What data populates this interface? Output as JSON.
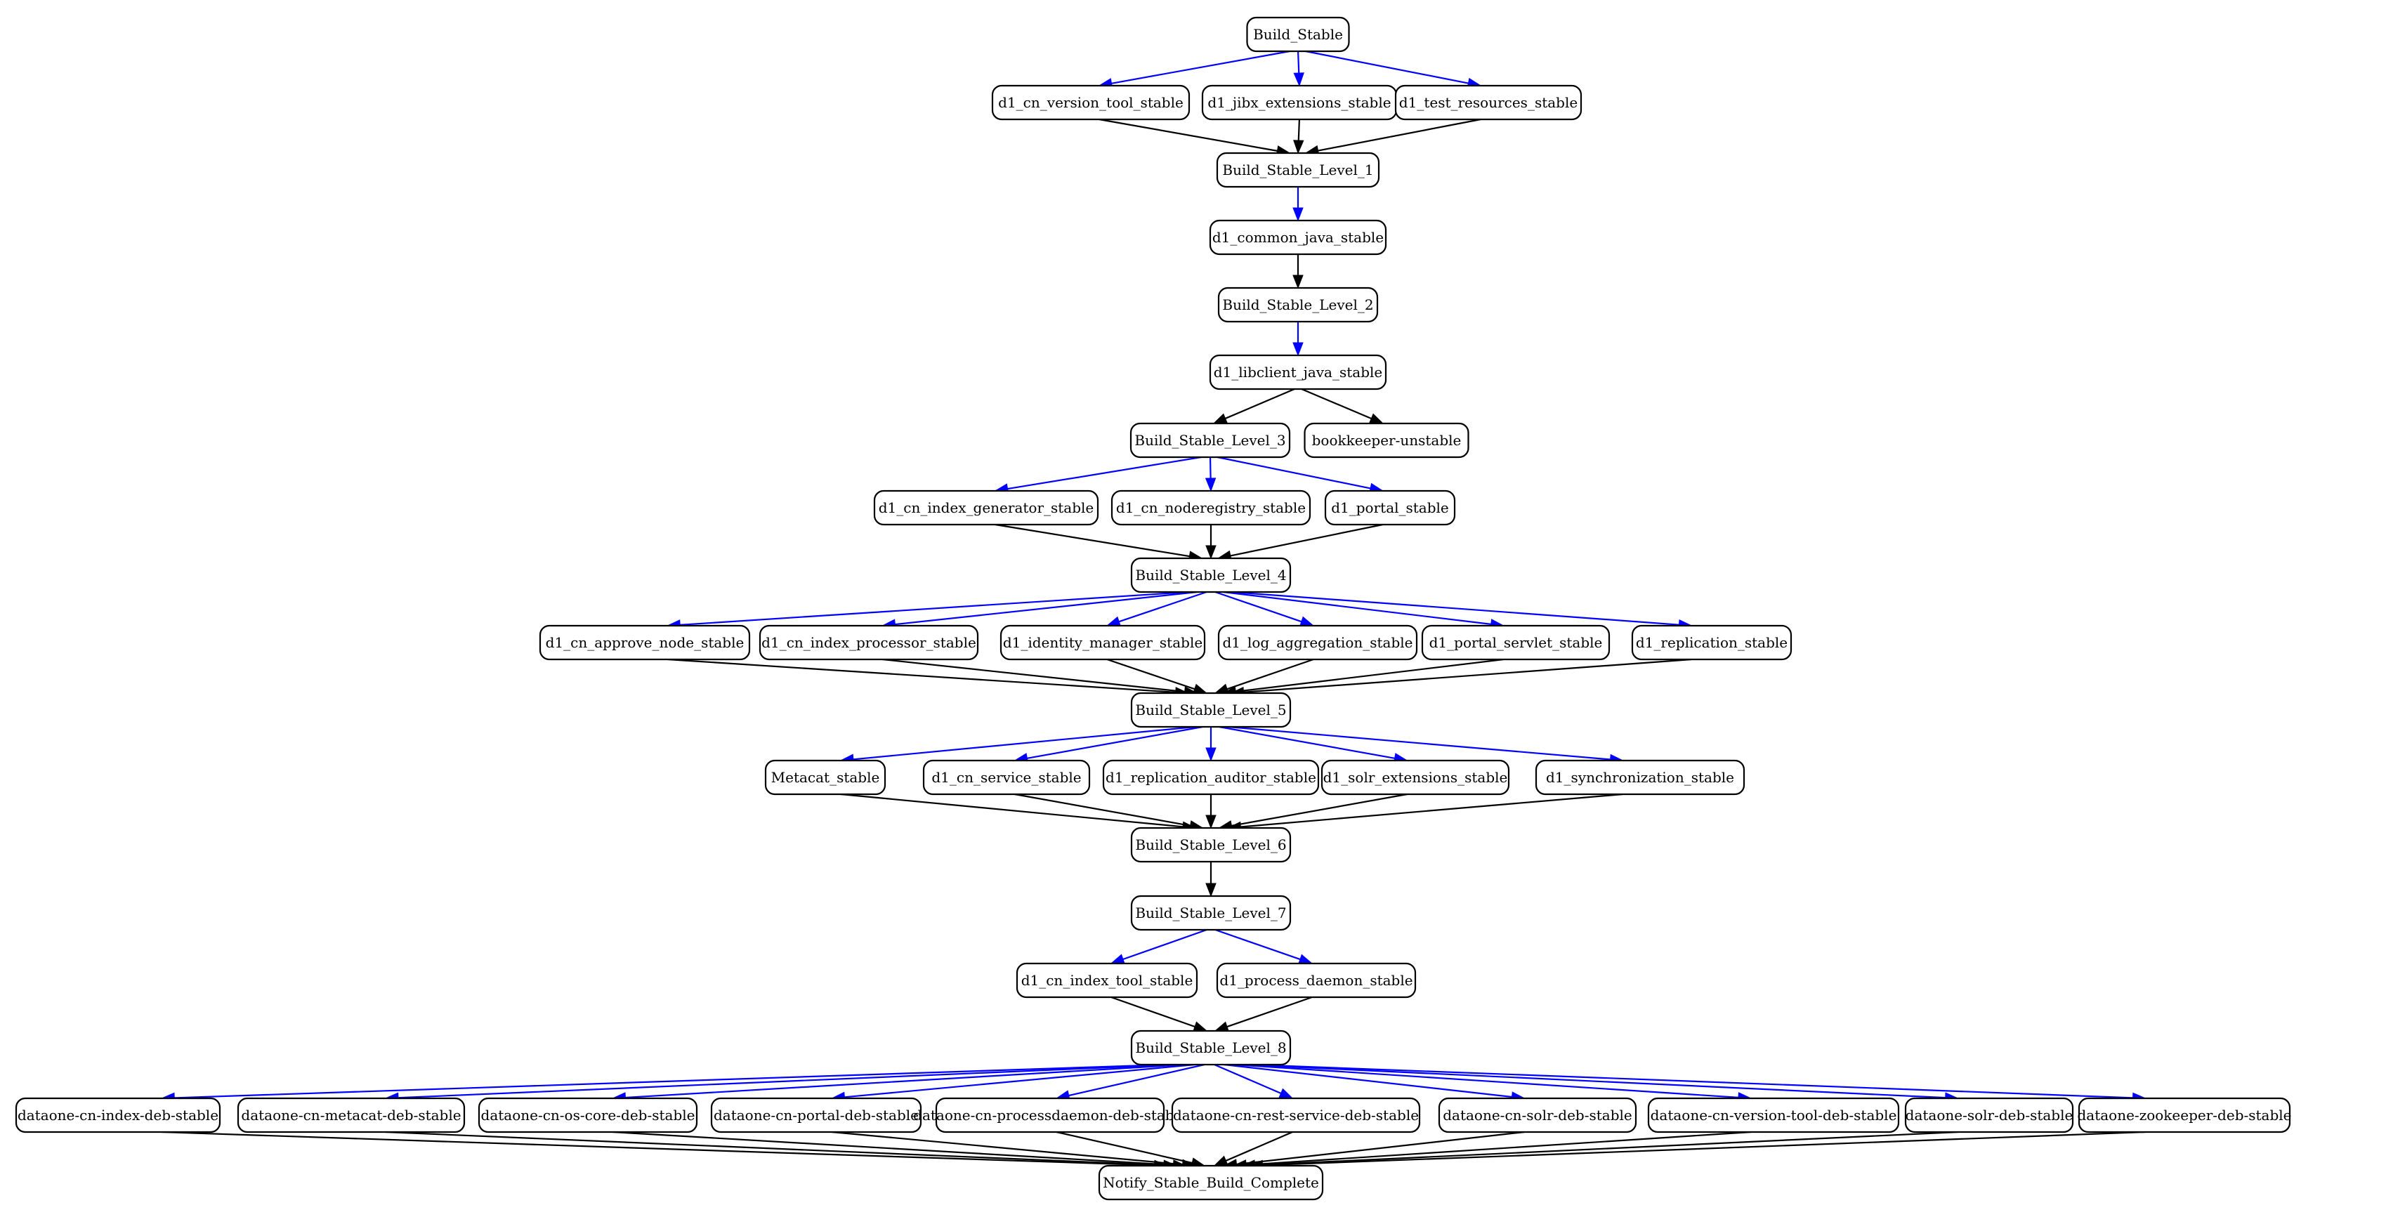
{
  "colors": {
    "blue_edge": "#0000ff",
    "black_edge": "#000000",
    "node_border": "#000000",
    "background": "#ffffff"
  },
  "nodes": [
    {
      "id": "bs",
      "label": "Build_Stable"
    },
    {
      "id": "vt",
      "label": "d1_cn_version_tool_stable"
    },
    {
      "id": "jibx",
      "label": "d1_jibx_extensions_stable"
    },
    {
      "id": "tr",
      "label": "d1_test_resources_stable"
    },
    {
      "id": "l1",
      "label": "Build_Stable_Level_1"
    },
    {
      "id": "cj",
      "label": "d1_common_java_stable"
    },
    {
      "id": "l2",
      "label": "Build_Stable_Level_2"
    },
    {
      "id": "lcj",
      "label": "d1_libclient_java_stable"
    },
    {
      "id": "l3",
      "label": "Build_Stable_Level_3"
    },
    {
      "id": "bk",
      "label": "bookkeeper-unstable"
    },
    {
      "id": "ig",
      "label": "d1_cn_index_generator_stable"
    },
    {
      "id": "nr",
      "label": "d1_cn_noderegistry_stable"
    },
    {
      "id": "ps",
      "label": "d1_portal_stable"
    },
    {
      "id": "l4",
      "label": "Build_Stable_Level_4"
    },
    {
      "id": "an",
      "label": "d1_cn_approve_node_stable"
    },
    {
      "id": "ip",
      "label": "d1_cn_index_processor_stable"
    },
    {
      "id": "im",
      "label": "d1_identity_manager_stable"
    },
    {
      "id": "la",
      "label": "d1_log_aggregation_stable"
    },
    {
      "id": "psv",
      "label": "d1_portal_servlet_stable"
    },
    {
      "id": "rep",
      "label": "d1_replication_stable"
    },
    {
      "id": "l5",
      "label": "Build_Stable_Level_5"
    },
    {
      "id": "mc",
      "label": "Metacat_stable"
    },
    {
      "id": "cs",
      "label": "d1_cn_service_stable"
    },
    {
      "id": "ra",
      "label": "d1_replication_auditor_stable"
    },
    {
      "id": "se",
      "label": "d1_solr_extensions_stable"
    },
    {
      "id": "sy",
      "label": "d1_synchronization_stable"
    },
    {
      "id": "l6",
      "label": "Build_Stable_Level_6"
    },
    {
      "id": "l7",
      "label": "Build_Stable_Level_7"
    },
    {
      "id": "it",
      "label": "d1_cn_index_tool_stable"
    },
    {
      "id": "pd",
      "label": "d1_process_daemon_stable"
    },
    {
      "id": "l8",
      "label": "Build_Stable_Level_8"
    },
    {
      "id": "db1",
      "label": "dataone-cn-index-deb-stable"
    },
    {
      "id": "db2",
      "label": "dataone-cn-metacat-deb-stable"
    },
    {
      "id": "db3",
      "label": "dataone-cn-os-core-deb-stable"
    },
    {
      "id": "db4",
      "label": "dataone-cn-portal-deb-stable"
    },
    {
      "id": "db5",
      "label": "dataone-cn-processdaemon-deb-stable"
    },
    {
      "id": "db6",
      "label": "dataone-cn-rest-service-deb-stable"
    },
    {
      "id": "db7",
      "label": "dataone-cn-solr-deb-stable"
    },
    {
      "id": "db8",
      "label": "dataone-cn-version-tool-deb-stable"
    },
    {
      "id": "db9",
      "label": "dataone-solr-deb-stable"
    },
    {
      "id": "db10",
      "label": "dataone-zookeeper-deb-stable"
    },
    {
      "id": "nt",
      "label": "Notify_Stable_Build_Complete"
    }
  ],
  "edges": [
    {
      "from": "bs",
      "to": "vt",
      "color": "blue"
    },
    {
      "from": "bs",
      "to": "jibx",
      "color": "blue"
    },
    {
      "from": "bs",
      "to": "tr",
      "color": "blue"
    },
    {
      "from": "vt",
      "to": "l1",
      "color": "black"
    },
    {
      "from": "jibx",
      "to": "l1",
      "color": "black"
    },
    {
      "from": "tr",
      "to": "l1",
      "color": "black"
    },
    {
      "from": "l1",
      "to": "cj",
      "color": "blue"
    },
    {
      "from": "cj",
      "to": "l2",
      "color": "black"
    },
    {
      "from": "l2",
      "to": "lcj",
      "color": "blue"
    },
    {
      "from": "lcj",
      "to": "l3",
      "color": "black"
    },
    {
      "from": "lcj",
      "to": "bk",
      "color": "black"
    },
    {
      "from": "l3",
      "to": "ig",
      "color": "blue"
    },
    {
      "from": "l3",
      "to": "nr",
      "color": "blue"
    },
    {
      "from": "l3",
      "to": "ps",
      "color": "blue"
    },
    {
      "from": "ig",
      "to": "l4",
      "color": "black"
    },
    {
      "from": "nr",
      "to": "l4",
      "color": "black"
    },
    {
      "from": "ps",
      "to": "l4",
      "color": "black"
    },
    {
      "from": "l4",
      "to": "an",
      "color": "blue"
    },
    {
      "from": "l4",
      "to": "ip",
      "color": "blue"
    },
    {
      "from": "l4",
      "to": "im",
      "color": "blue"
    },
    {
      "from": "l4",
      "to": "la",
      "color": "blue"
    },
    {
      "from": "l4",
      "to": "psv",
      "color": "blue"
    },
    {
      "from": "l4",
      "to": "rep",
      "color": "blue"
    },
    {
      "from": "an",
      "to": "l5",
      "color": "black"
    },
    {
      "from": "ip",
      "to": "l5",
      "color": "black"
    },
    {
      "from": "im",
      "to": "l5",
      "color": "black"
    },
    {
      "from": "la",
      "to": "l5",
      "color": "black"
    },
    {
      "from": "psv",
      "to": "l5",
      "color": "black"
    },
    {
      "from": "rep",
      "to": "l5",
      "color": "black"
    },
    {
      "from": "l5",
      "to": "mc",
      "color": "blue"
    },
    {
      "from": "l5",
      "to": "cs",
      "color": "blue"
    },
    {
      "from": "l5",
      "to": "ra",
      "color": "blue"
    },
    {
      "from": "l5",
      "to": "se",
      "color": "blue"
    },
    {
      "from": "l5",
      "to": "sy",
      "color": "blue"
    },
    {
      "from": "mc",
      "to": "l6",
      "color": "black"
    },
    {
      "from": "cs",
      "to": "l6",
      "color": "black"
    },
    {
      "from": "ra",
      "to": "l6",
      "color": "black"
    },
    {
      "from": "se",
      "to": "l6",
      "color": "black"
    },
    {
      "from": "sy",
      "to": "l6",
      "color": "black"
    },
    {
      "from": "l6",
      "to": "l7",
      "color": "black"
    },
    {
      "from": "l7",
      "to": "it",
      "color": "blue"
    },
    {
      "from": "l7",
      "to": "pd",
      "color": "blue"
    },
    {
      "from": "it",
      "to": "l8",
      "color": "black"
    },
    {
      "from": "pd",
      "to": "l8",
      "color": "black"
    },
    {
      "from": "l8",
      "to": "db1",
      "color": "blue"
    },
    {
      "from": "l8",
      "to": "db2",
      "color": "blue"
    },
    {
      "from": "l8",
      "to": "db3",
      "color": "blue"
    },
    {
      "from": "l8",
      "to": "db4",
      "color": "blue"
    },
    {
      "from": "l8",
      "to": "db5",
      "color": "blue"
    },
    {
      "from": "l8",
      "to": "db6",
      "color": "blue"
    },
    {
      "from": "l8",
      "to": "db7",
      "color": "blue"
    },
    {
      "from": "l8",
      "to": "db8",
      "color": "blue"
    },
    {
      "from": "l8",
      "to": "db9",
      "color": "blue"
    },
    {
      "from": "l8",
      "to": "db10",
      "color": "blue"
    },
    {
      "from": "db1",
      "to": "nt",
      "color": "black"
    },
    {
      "from": "db2",
      "to": "nt",
      "color": "black"
    },
    {
      "from": "db3",
      "to": "nt",
      "color": "black"
    },
    {
      "from": "db4",
      "to": "nt",
      "color": "black"
    },
    {
      "from": "db5",
      "to": "nt",
      "color": "black"
    },
    {
      "from": "db6",
      "to": "nt",
      "color": "black"
    },
    {
      "from": "db7",
      "to": "nt",
      "color": "black"
    },
    {
      "from": "db8",
      "to": "nt",
      "color": "black"
    },
    {
      "from": "db9",
      "to": "nt",
      "color": "black"
    },
    {
      "from": "db10",
      "to": "nt",
      "color": "black"
    }
  ]
}
